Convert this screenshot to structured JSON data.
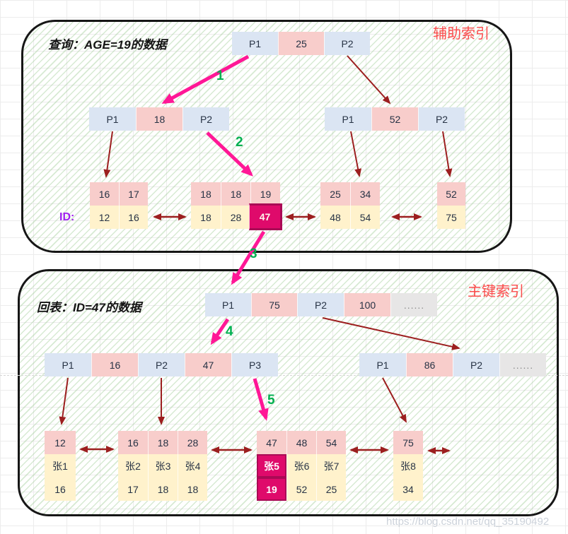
{
  "aux": {
    "title": "查询：AGE=19的数据",
    "tag": "辅助索引",
    "id_label": "ID:",
    "root": [
      "P1",
      "25",
      "P2"
    ],
    "left_node": [
      "P1",
      "18",
      "P2"
    ],
    "right_node": [
      "P1",
      "52",
      "P2"
    ],
    "leaf1_keys": [
      "16",
      "17"
    ],
    "leaf1_ids": [
      "12",
      "16"
    ],
    "leaf2_keys": [
      "18",
      "18",
      "19"
    ],
    "leaf2_ids": [
      "18",
      "28",
      "47"
    ],
    "leaf3_keys": [
      "25",
      "34"
    ],
    "leaf3_ids": [
      "48",
      "54"
    ],
    "leaf4_keys": [
      "52"
    ],
    "leaf4_ids": [
      "75"
    ]
  },
  "primary": {
    "title": "回表：ID=47的数据",
    "tag": "主键索引",
    "root": [
      "P1",
      "75",
      "P2",
      "100",
      "......"
    ],
    "left_node": [
      "P1",
      "16",
      "P2",
      "47",
      "P3"
    ],
    "right_node": [
      "P1",
      "86",
      "P2",
      "......"
    ],
    "leaf1": {
      "keys": [
        "12"
      ],
      "names": [
        "张1"
      ],
      "ages": [
        "16"
      ]
    },
    "leaf2": {
      "keys": [
        "16",
        "18",
        "28"
      ],
      "names": [
        "张2",
        "张3",
        "张4"
      ],
      "ages": [
        "17",
        "18",
        "18"
      ]
    },
    "leaf3": {
      "keys": [
        "47",
        "48",
        "54"
      ],
      "names": [
        "张5",
        "张6",
        "张7"
      ],
      "ages": [
        "19",
        "52",
        "25"
      ]
    },
    "leaf4": {
      "keys": [
        "75"
      ],
      "names": [
        "张8"
      ],
      "ages": [
        "34"
      ]
    }
  },
  "steps": [
    "1",
    "2",
    "3",
    "4",
    "5"
  ],
  "watermark": "https://blog.csdn.net/qq_35190492",
  "colors": {
    "cell_blue": "#dbe5f3",
    "cell_pink": "#f8cdcb",
    "cell_yellow": "#fff2cc",
    "cell_gray": "#e7e6e6",
    "highlight_magenta": "#df0a6b",
    "highlight_border": "#aa0a55",
    "arrow_dark_red": "#9c1f1f",
    "arrow_pink": "#ff1796",
    "step_green": "#00b050",
    "tag_red": "#fb4b4b",
    "id_purple": "#a020f0",
    "hatch_green": "#cfe6c8"
  }
}
